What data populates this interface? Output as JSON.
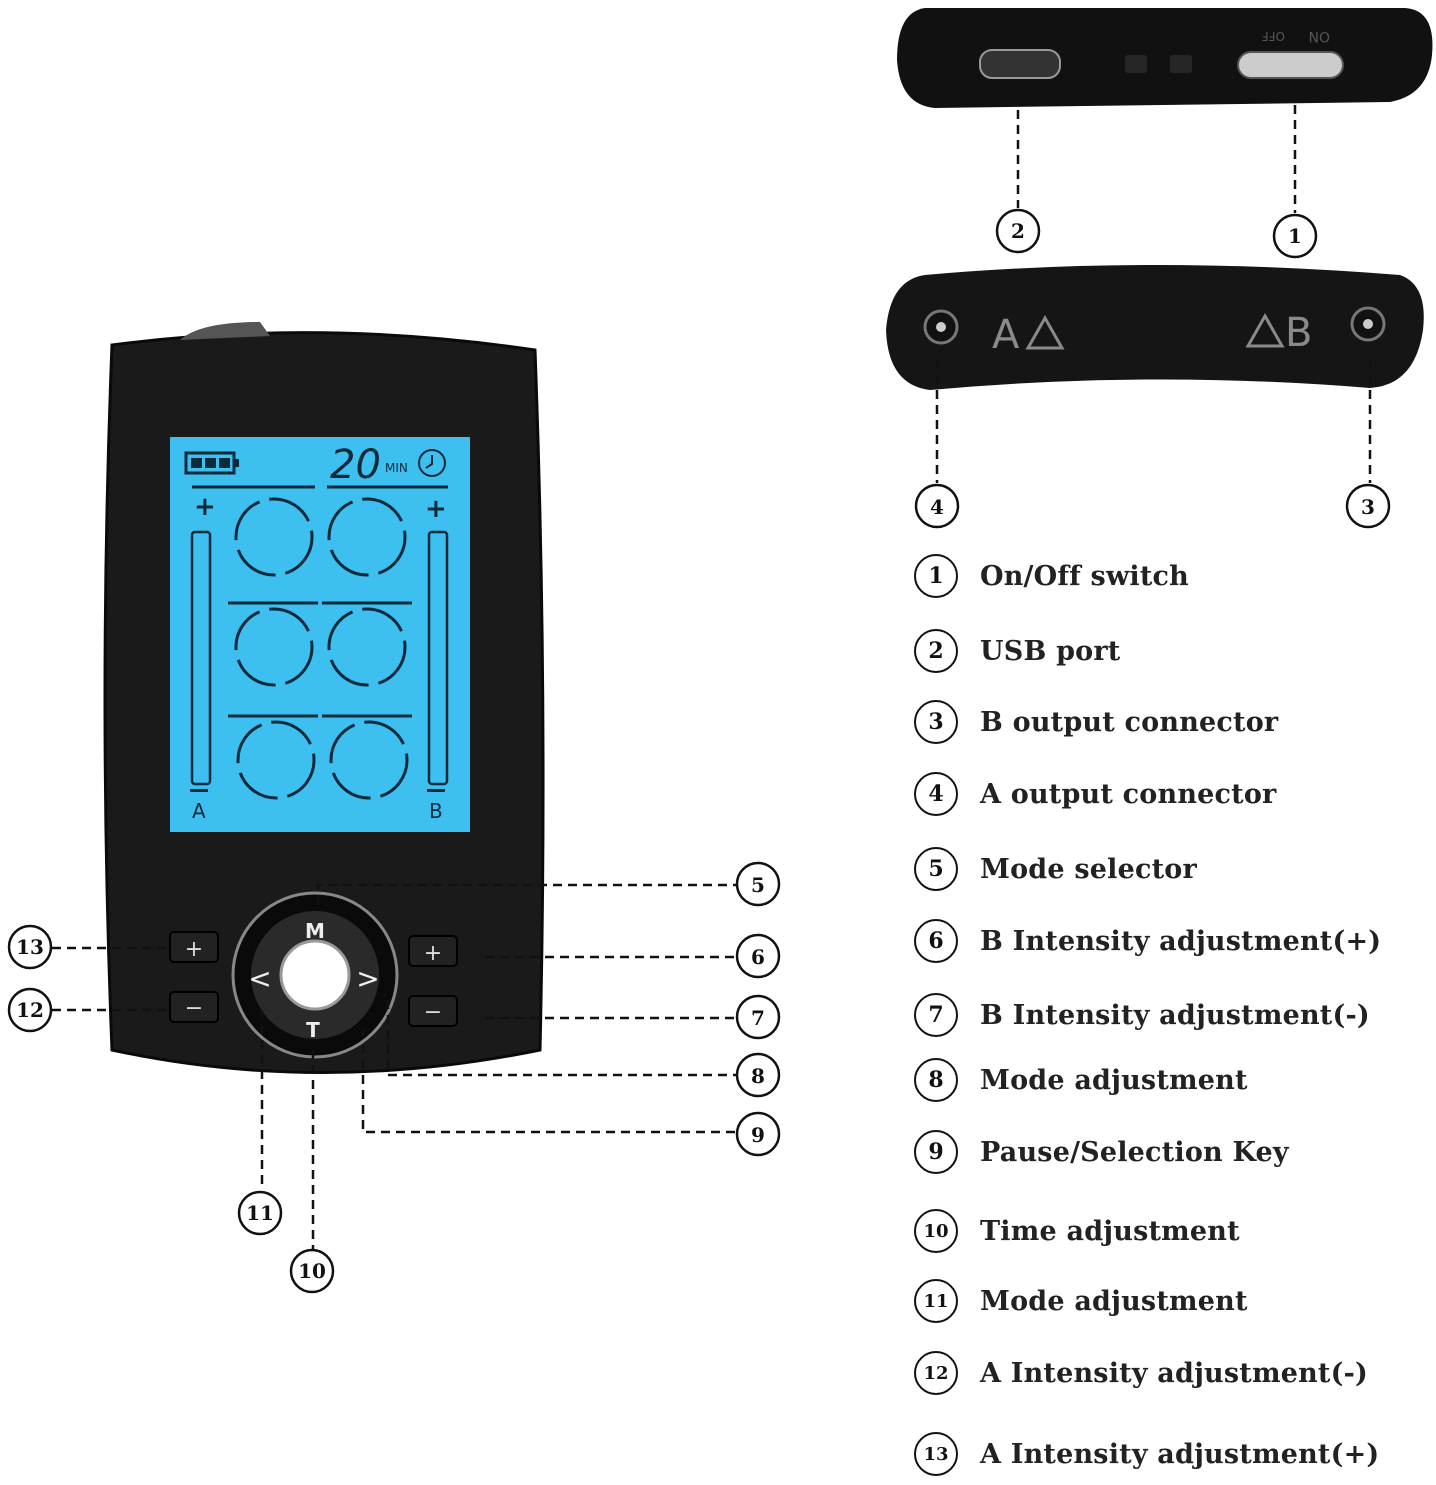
{
  "device": {
    "lcd": {
      "timer_value": "20",
      "timer_unit": "MIN",
      "channel_a": "A",
      "channel_b": "B",
      "plus": "+",
      "minus": "−",
      "battery_level": 1.0,
      "color": "#3dbff0"
    },
    "buttons": {
      "mode": "M",
      "time": "T",
      "left": "<",
      "right": ">",
      "a_plus": "+",
      "a_minus": "−",
      "b_plus": "+",
      "b_minus": "−"
    },
    "top_strip": {
      "switch_off": "OFF",
      "switch_on": "ON"
    },
    "bottom_strip": {
      "label_a": "A",
      "label_b": "B"
    }
  },
  "callouts": {
    "c1": "1",
    "c2": "2",
    "c3": "3",
    "c4": "4",
    "c5": "5",
    "c6": "6",
    "c7": "7",
    "c8": "8",
    "c9": "9",
    "c10": "10",
    "c11": "11",
    "c12": "12",
    "c13": "13"
  },
  "legend": [
    {
      "num": "1",
      "label": "On/Off switch"
    },
    {
      "num": "2",
      "label": "USB port"
    },
    {
      "num": "3",
      "label": "B output connector"
    },
    {
      "num": "4",
      "label": "A output connector"
    },
    {
      "num": "5",
      "label": "Mode selector"
    },
    {
      "num": "6",
      "label": "B Intensity adjustment(+)"
    },
    {
      "num": "7",
      "label": "B Intensity adjustment(-)"
    },
    {
      "num": "8",
      "label": "Mode adjustment"
    },
    {
      "num": "9",
      "label": "Pause/Selection Key"
    },
    {
      "num": "10",
      "label": "Time adjustment"
    },
    {
      "num": "11",
      "label": "Mode adjustment"
    },
    {
      "num": "12",
      "label": "A Intensity adjustment(-)"
    },
    {
      "num": "13",
      "label": "A Intensity adjustment(+)"
    }
  ]
}
